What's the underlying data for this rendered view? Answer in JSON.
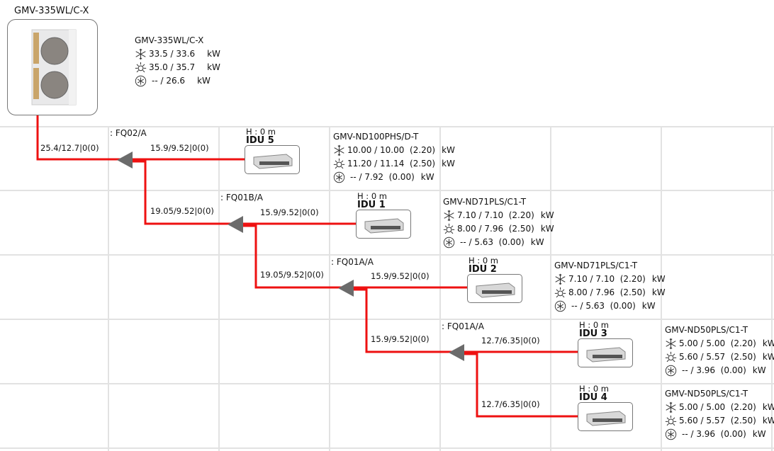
{
  "outdoor": {
    "title": "GMV-335WL/C-X",
    "info": {
      "model": "GMV-335WL/C-X",
      "cool": "33.5 / 33.6",
      "heat": "35.0 / 35.7",
      "other": "-- / 26.6",
      "unit": "kW"
    },
    "pipe_label": "25.4/12.7|0(0)"
  },
  "branches": [
    {
      "name": ": FQ02/A",
      "out_label": "15.9/9.52|0(0)",
      "down_label": "19.05/9.52|0(0)"
    },
    {
      "name": ": FQ01B/A",
      "out_label": "15.9/9.52|0(0)",
      "down_label": "19.05/9.52|0(0)"
    },
    {
      "name": ": FQ01A/A",
      "out_label": "15.9/9.52|0(0)",
      "down_label": "15.9/9.52|0(0)"
    },
    {
      "name": ": FQ01A/A",
      "out_label": "12.7/6.35|0(0)",
      "down_label": "12.7/6.35|0(0)"
    }
  ],
  "indoor_units": [
    {
      "id": "IDU 5",
      "height": "H : 0 m",
      "model": "GMV-ND100PHS/D-T",
      "cool": "10.00 / 10.00  (2.20)",
      "heat": "11.20 / 11.14  (2.50)",
      "other": "-- / 7.92  (0.00)",
      "unit": "kW"
    },
    {
      "id": "IDU 1",
      "height": "H : 0 m",
      "model": "GMV-ND71PLS/C1-T",
      "cool": "7.10 / 7.10  (2.20)",
      "heat": "8.00 / 7.96  (2.50)",
      "other": "-- / 5.63  (0.00)",
      "unit": "kW"
    },
    {
      "id": "IDU 2",
      "height": "H : 0 m",
      "model": "GMV-ND71PLS/C1-T",
      "cool": "7.10 / 7.10  (2.20)",
      "heat": "8.00 / 7.96  (2.50)",
      "other": "-- / 5.63  (0.00)",
      "unit": "kW"
    },
    {
      "id": "IDU 3",
      "height": "H : 0 m",
      "model": "GMV-ND50PLS/C1-T",
      "cool": "5.00 / 5.00  (2.20)",
      "heat": "5.60 / 5.57  (2.50)",
      "other": "-- / 3.96  (0.00)",
      "unit": "kW"
    },
    {
      "id": "IDU 4",
      "height": "H : 0 m",
      "model": "GMV-ND50PLS/C1-T",
      "cool": "5.00 / 5.00  (2.20)",
      "heat": "5.60 / 5.57  (2.50)",
      "other": "-- / 3.96  (0.00)",
      "unit": "kW"
    }
  ],
  "colors": {
    "pipe": "#ee1111",
    "joint": "#6b6b6b",
    "grid": "#e2e2e2"
  }
}
